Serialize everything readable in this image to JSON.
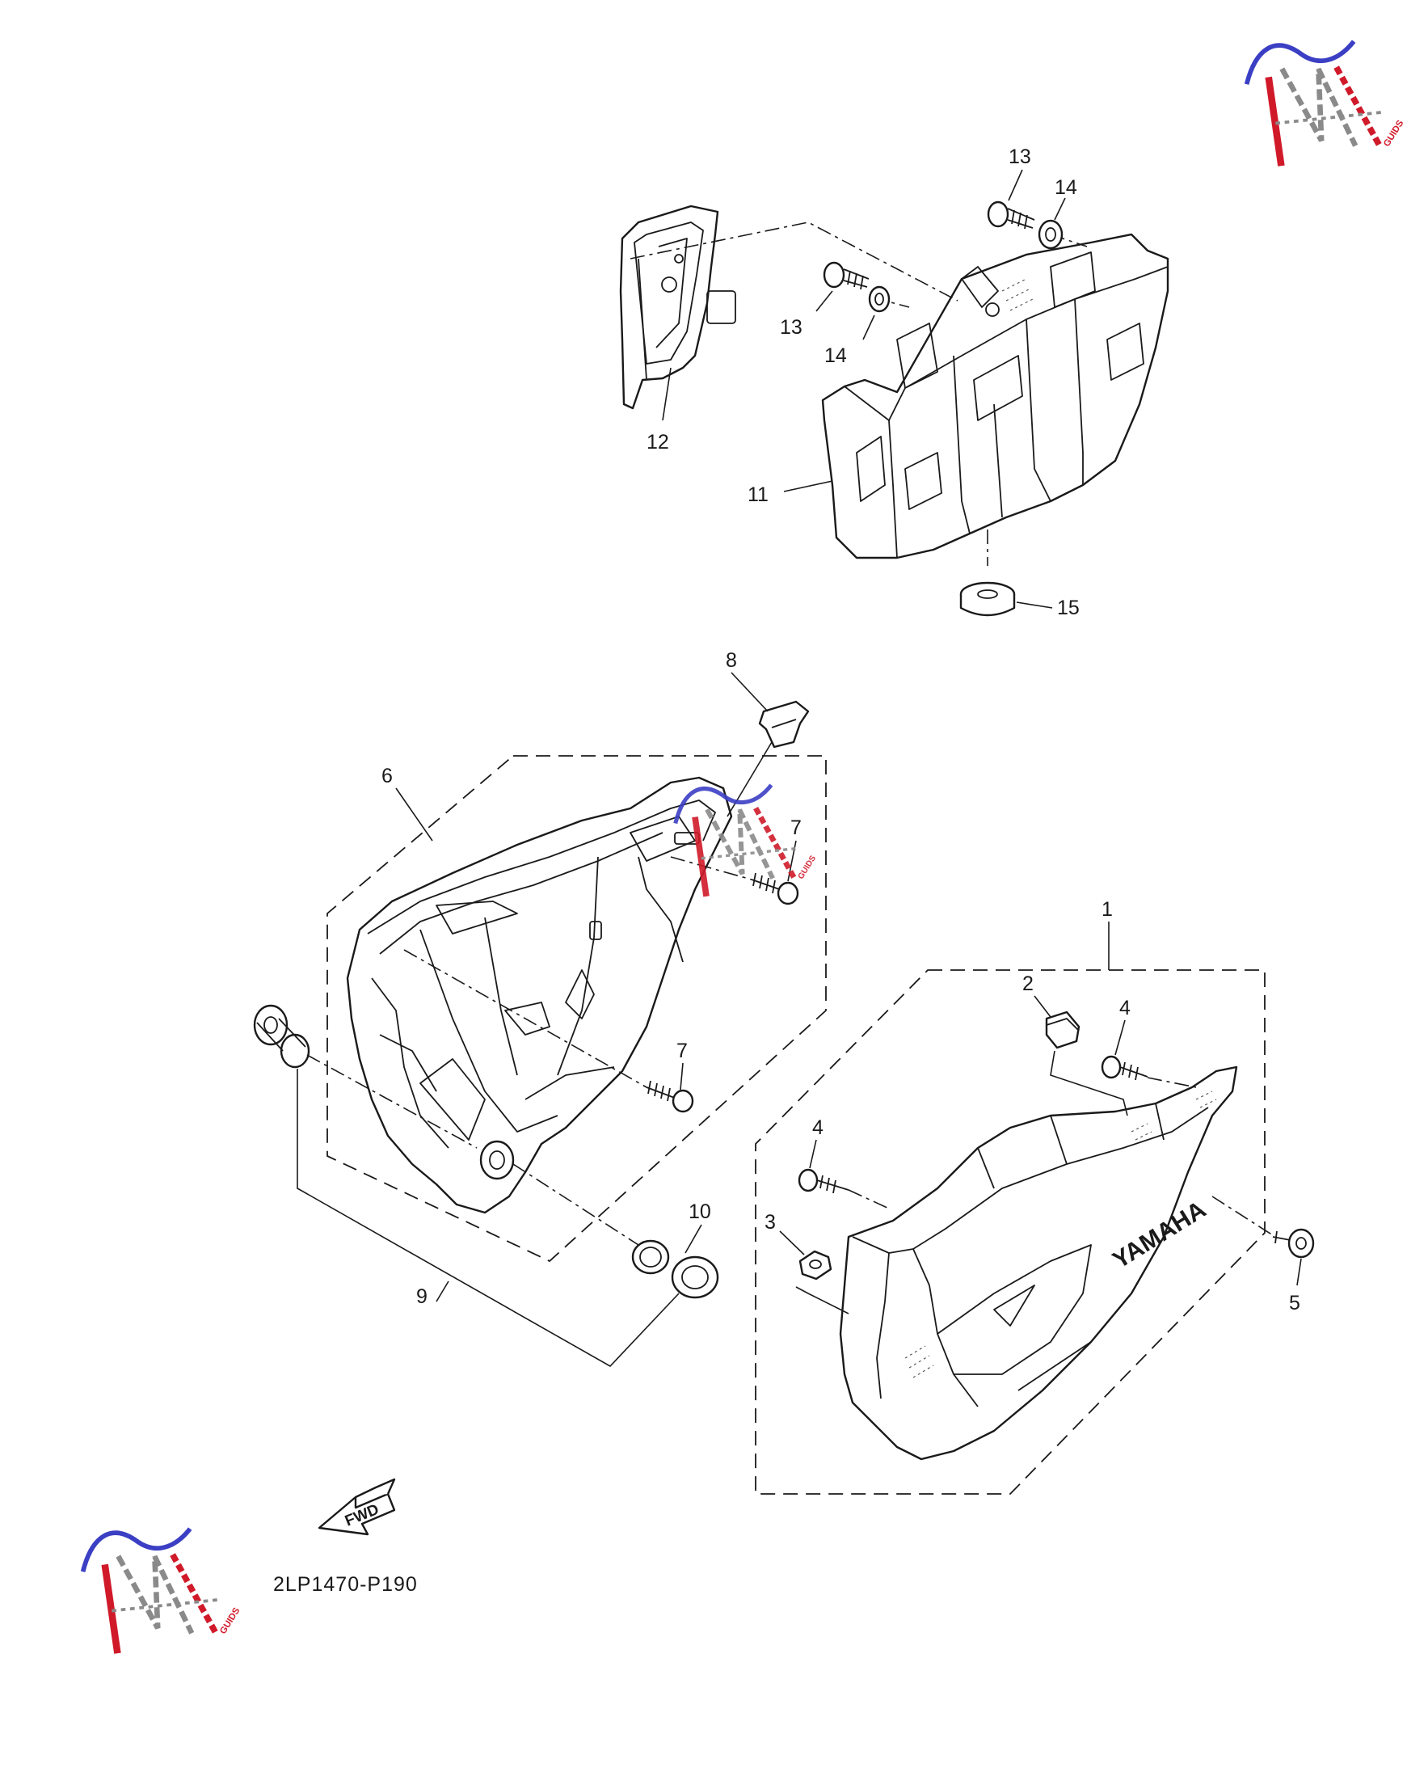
{
  "diagram_code": "2LP1470-P190",
  "fwd_label": "FWD",
  "brand_label": "YAMAHA",
  "callouts": {
    "c1": "1",
    "c2": "2",
    "c3": "3",
    "c4a": "4",
    "c4b": "4",
    "c5": "5",
    "c6": "6",
    "c7a": "7",
    "c7b": "7",
    "c8": "8",
    "c9": "9",
    "c10": "10",
    "c11": "11",
    "c12": "12",
    "c13a": "13",
    "c13b": "13",
    "c14a": "14",
    "c14b": "14",
    "c15": "15"
  },
  "colors": {
    "line": "#1a1a1a",
    "background": "#ffffff",
    "watermark_red": "#d01a2a",
    "watermark_blue": "#3b3fc4",
    "watermark_grey": "#8a8a8a"
  },
  "icons": {
    "fwd_arrow": "fwd-arrow-icon",
    "watermark": "moto-logo-watermark"
  }
}
